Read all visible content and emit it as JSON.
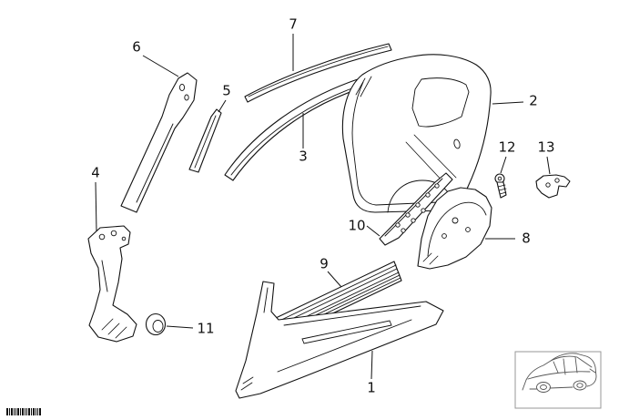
{
  "diagram": {
    "type": "exploded-parts-diagram",
    "callouts": [
      {
        "label": "1",
        "part": "rocker-panel-sill"
      },
      {
        "label": "2",
        "part": "side-frame-rear-quarter"
      },
      {
        "label": "3",
        "part": "roof-frame-rail"
      },
      {
        "label": "4",
        "part": "front-pillar-lower"
      },
      {
        "label": "5",
        "part": "pillar-reinforcement-strip"
      },
      {
        "label": "6",
        "part": "a-pillar-inner"
      },
      {
        "label": "7",
        "part": "roof-rail-strip"
      },
      {
        "label": "8",
        "part": "rear-wheelhouse-bracket"
      },
      {
        "label": "9",
        "part": "sill-reinforcement-strips"
      },
      {
        "label": "10",
        "part": "perforated-plate"
      },
      {
        "label": "11",
        "part": "grommet"
      },
      {
        "label": "12",
        "part": "screw"
      },
      {
        "label": "13",
        "part": "retainer-bracket"
      }
    ],
    "thumbnail": {
      "icon": "car-thumbnail-icon"
    },
    "code_mark": {
      "icon": "diagram-code-mark"
    }
  },
  "colors": {
    "line": "#111111",
    "background": "#ffffff",
    "thumbnail_border": "#979797"
  }
}
